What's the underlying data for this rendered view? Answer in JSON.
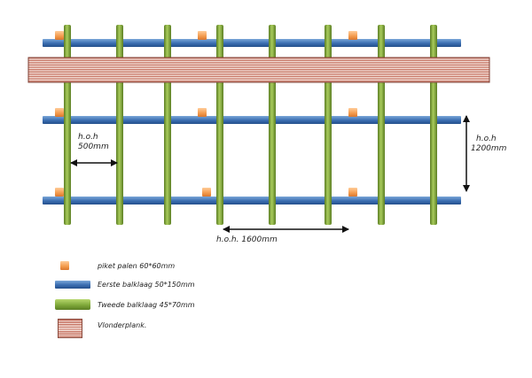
{
  "dimensions": {
    "hoh_500": {
      "line1": "h.o.h",
      "line2": "500mm"
    },
    "hoh_1200": {
      "line1": "h.o.h",
      "line2": "1200mm"
    },
    "hoh_1600": "h.o.h. 1600mm"
  },
  "legend": [
    {
      "key": "post",
      "label": "piket palen 60*60mm",
      "color": "#f39a4c"
    },
    {
      "key": "beam1",
      "label": "Eerste balklaag 50*150mm",
      "color": "#3a6db0"
    },
    {
      "key": "beam2",
      "label": "Tweede balklaag 45*70mm",
      "color": "#7fa83a"
    },
    {
      "key": "plank",
      "label": "Vlonderplank.",
      "color": "#c97a6a"
    }
  ]
}
